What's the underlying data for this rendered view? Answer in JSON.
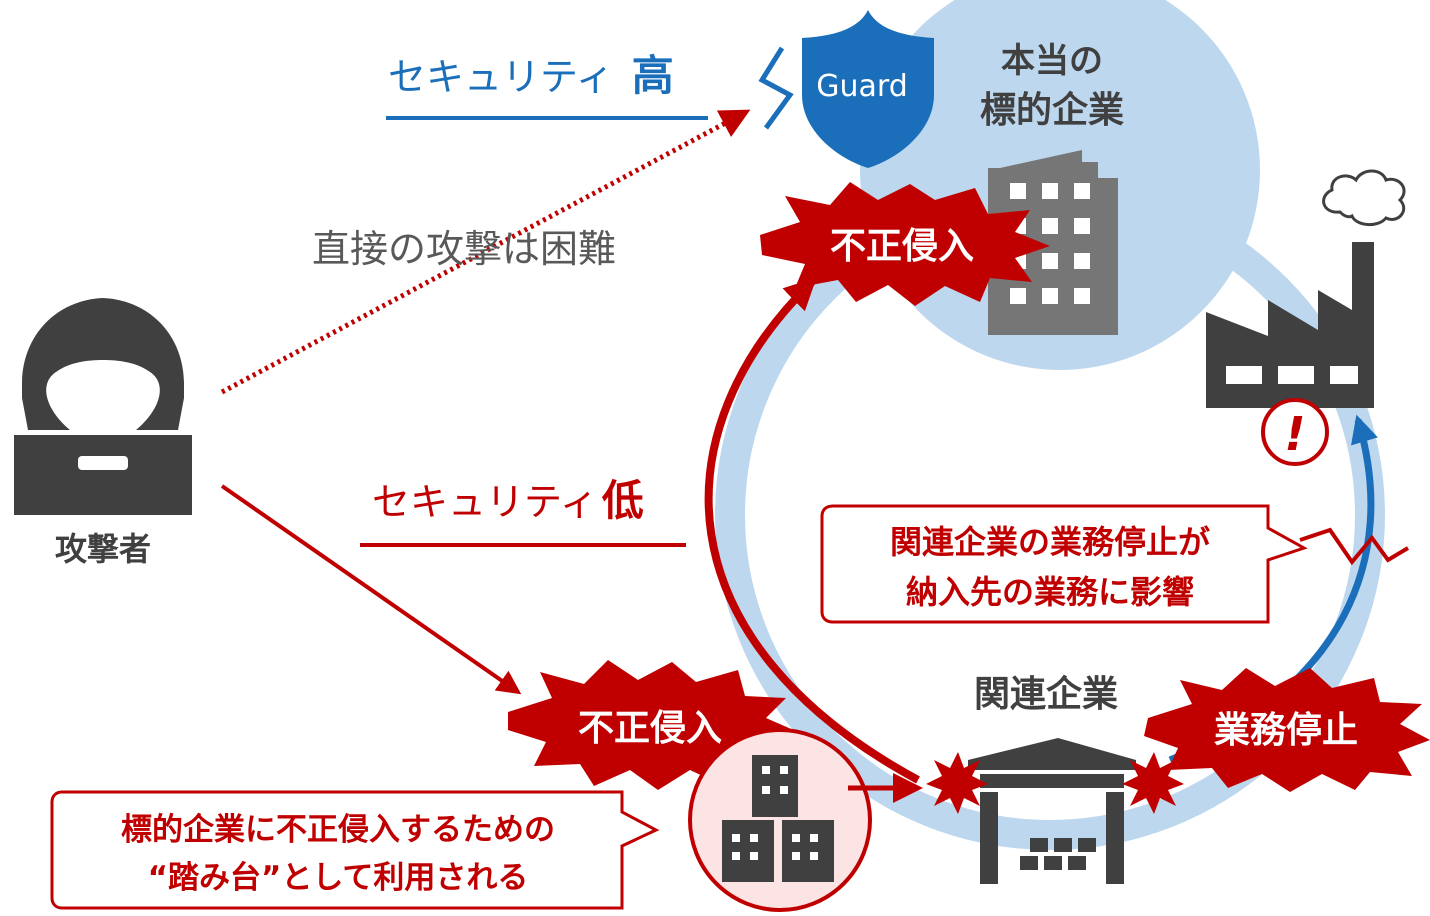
{
  "security_high": {
    "label": "セキュリティ",
    "level": "高"
  },
  "security_low": {
    "label": "セキュリティ",
    "level": "低"
  },
  "guard_label": "Guard",
  "target_company": {
    "line1": "本当の",
    "line2": "標的企業"
  },
  "direct_attack_label": "直接の攻撃は困難",
  "attacker_label": "攻撃者",
  "intrusion_label_top": "不正侵入",
  "intrusion_label_bottom": "不正侵入",
  "related_company_label": "関連企業",
  "business_stop_label": "業務停止",
  "impact_callout": {
    "line1": "関連企業の業務停止が",
    "line2": "納入先の業務に影響"
  },
  "stepping_stone_callout": {
    "line1": "標的企業に不正侵入するための",
    "line2": "“踏み台”として利用される"
  },
  "alert_symbol": "!",
  "colors": {
    "red": "#c00000",
    "blue": "#1b6fba",
    "light_blue": "#bdd7ee",
    "dark_gray": "#404040",
    "gray_text": "#595959",
    "pink": "#fce4e4"
  },
  "icons": [
    "hooded-attacker-icon",
    "shield-icon",
    "office-building-icon",
    "factory-icon",
    "cloud-smoke-icon",
    "warehouse-icon",
    "small-buildings-icon",
    "alert-icon",
    "lightning-bolt-icon",
    "burst-icon"
  ]
}
